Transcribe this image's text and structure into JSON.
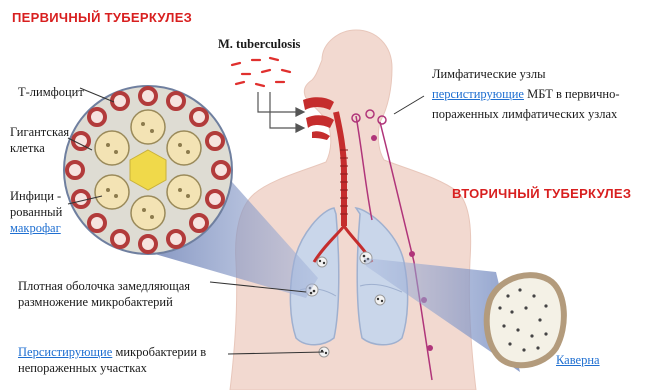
{
  "titles": {
    "primary": "ПЕРВИЧНЫЙ ТУБЕРКУЛЕЗ",
    "secondary": "ВТОРИЧНЫЙ ТУБЕРКУЛЕЗ"
  },
  "labels": {
    "bacterium": "M. tuberculosis",
    "t_lymphocyte": "Т-лимфоцит",
    "giant_cell_1": "Гигантская",
    "giant_cell_2": "клетка",
    "infected_1": "Инфици -",
    "infected_2": "рованный",
    "infected_3": "макрофаг",
    "capsule_1": "Плотная оболочка замедляющая",
    "capsule_2": "размножение микробактерий",
    "persist_bottom_link": "Персистирующие",
    "persist_bottom_rest": " микробактерии в",
    "persist_bottom_2": "непораженных участках",
    "lymph_1": "Лимфатические узлы",
    "lymph_2_link": "персистирующие",
    "lymph_2_rest": " МБТ в первично-",
    "lymph_3": "пораженных лимфатических узлах",
    "cavern": "Каверна"
  },
  "colors": {
    "title_red": "#d81f1f",
    "link_blue": "#1f6fd1",
    "body_skin": "#f2d9d0",
    "lung_blue": "#c9d6ea",
    "airway_red": "#c52d2d",
    "cone_blue": "#7f93c2"
  }
}
